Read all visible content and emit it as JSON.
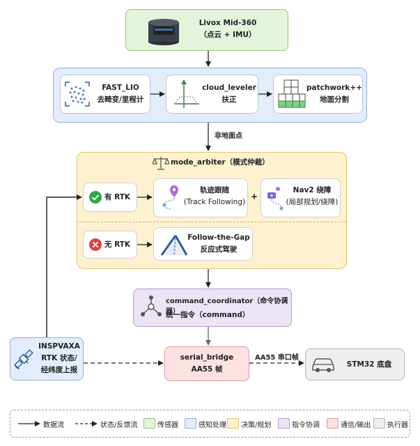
{
  "sensor": {
    "title": "Livox Mid-360",
    "subtitle": "（点云 + IMU）"
  },
  "perception": {
    "fastlio": {
      "title": "FAST_LIO",
      "subtitle": "去畸变/里程计"
    },
    "leveler": {
      "title": "cloud_leveler",
      "subtitle": "扶正"
    },
    "patchwork": {
      "title": "patchwork++",
      "subtitle": "地面分割"
    }
  },
  "edge_nonground": "非地面点",
  "arbiter": {
    "title": "mode_arbiter（模式仲裁）",
    "rtk_yes": "有 RTK",
    "rtk_no": "无 RTK",
    "track": {
      "title": "轨迹跟随",
      "subtitle": "(Track Following)"
    },
    "plus": "+",
    "nav2": {
      "title": "Nav2 绕障",
      "subtitle": "(局部规划/绕障)"
    },
    "ftg": {
      "title": "Follow-the-Gap",
      "subtitle": "反应式驾驶"
    }
  },
  "coordinator": {
    "title": "command_coordinator（命令协调器）",
    "subtitle": "统一指令（command）"
  },
  "ins": {
    "line1": "INSPVAXA",
    "line2": "RTK 状态/",
    "line3": "经纬度上报"
  },
  "serial": {
    "title": "serial_bridge",
    "subtitle": "AA55 帧"
  },
  "edge_serial": "AA55 串口帧",
  "stm32": {
    "title": "STM32 底盘"
  },
  "legend": {
    "data_flow": "数据流",
    "status_flow": "状态/反馈流",
    "items": [
      {
        "label": "传感器",
        "color": "#e4f3dc",
        "border": "#8cc97a"
      },
      {
        "label": "感知处理",
        "color": "#e3ecfa",
        "border": "#8fb0e0"
      },
      {
        "label": "决策/规划",
        "color": "#fdf1d0",
        "border": "#e7c36b"
      },
      {
        "label": "指令协调",
        "color": "#ece4f5",
        "border": "#b49ad6"
      },
      {
        "label": "通信/输出",
        "color": "#fbe1e1",
        "border": "#e29a9a"
      },
      {
        "label": "执行器",
        "color": "#eeeeee",
        "border": "#b5b5b5"
      }
    ]
  }
}
